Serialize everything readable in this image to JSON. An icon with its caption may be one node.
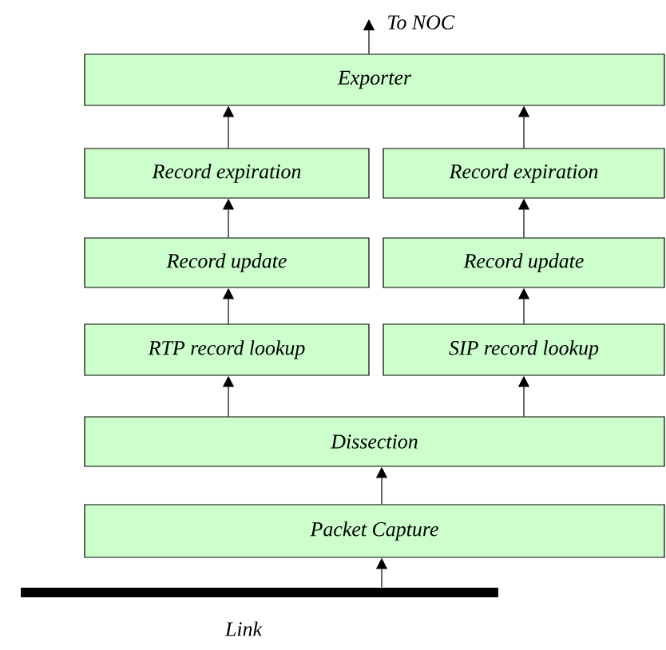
{
  "diagram": {
    "nodes": [
      {
        "text": [
          "Exporter"
        ]
      },
      {
        "text": [
          "Record expiration"
        ]
      },
      {
        "text": [
          "Record expiration"
        ]
      },
      {
        "text": [
          "Record update"
        ]
      },
      {
        "text": [
          "Record update"
        ]
      },
      {
        "text": [
          "RTP record lookup"
        ]
      },
      {
        "text": [
          "SIP record lookup"
        ]
      },
      {
        "text": [
          "Dissection"
        ]
      },
      {
        "text": [
          "Packet Capture"
        ]
      },
      {
        "text": [],
        "shape": "bar",
        "beside": [
          "Link"
        ]
      }
    ],
    "edges": [
      {
        "from": 0,
        "to": null,
        "arrow": "to",
        "label": "To NOC"
      },
      {
        "from": 1,
        "to": 0,
        "arrow": "to"
      },
      {
        "from": 2,
        "to": 0,
        "arrow": "to"
      },
      {
        "from": 3,
        "to": 1,
        "arrow": "to"
      },
      {
        "from": 4,
        "to": 2,
        "arrow": "to"
      },
      {
        "from": 5,
        "to": 3,
        "arrow": "to"
      },
      {
        "from": 6,
        "to": 4,
        "arrow": "to"
      },
      {
        "from": 7,
        "to": 5,
        "arrow": "to"
      },
      {
        "from": 7,
        "to": 6,
        "arrow": "to"
      },
      {
        "from": 8,
        "to": 7,
        "arrow": "to"
      },
      {
        "from": 9,
        "to": 8,
        "arrow": "to"
      }
    ]
  }
}
